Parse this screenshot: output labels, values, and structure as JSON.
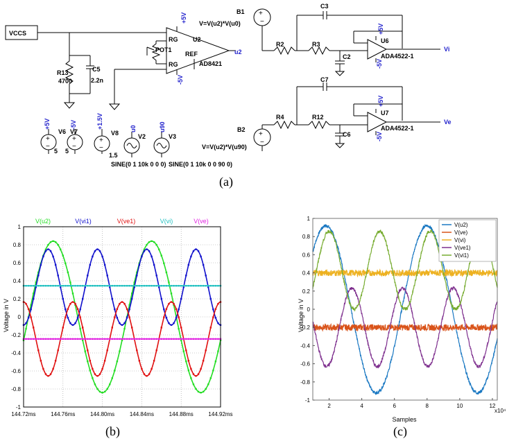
{
  "captions": {
    "a": "(a)",
    "b": "(b)",
    "c": "(c)"
  },
  "schematic": {
    "vccs": "VCCS",
    "u2": {
      "ref": "U2",
      "part": "AD8421",
      "rg1": "RG",
      "rg2": "RG",
      "ref_pin": "REF",
      "pot": "POT1",
      "plus5": "+5V",
      "minus5": "-5V",
      "out": "u2"
    },
    "r13": {
      "ref": "R13",
      "value": "4700"
    },
    "c5": {
      "ref": "C5",
      "value": "2.2n"
    },
    "sources": {
      "v6": {
        "ref": "V6",
        "value": "5",
        "label": "+5V"
      },
      "v7": {
        "ref": "V7",
        "value": "5",
        "label": "-5V"
      },
      "v8": {
        "ref": "V8",
        "value": "1.5",
        "label": "+1.5V"
      },
      "v2": {
        "ref": "V2",
        "label": "u0"
      },
      "v3": {
        "ref": "V3",
        "label": "u90"
      },
      "sine_v2": "SINE(0 1 10k 0 0 0)",
      "sine_v3": "SINE(0 1 10k 0 0 90 0)"
    },
    "b1": {
      "ref": "B1",
      "expr": "V=V(u2)*V(u0)"
    },
    "b2": {
      "ref": "B2",
      "expr": "V=V(u2)*V(u90)"
    },
    "top": {
      "r2": "R2",
      "r3": "R3",
      "c3": "C3",
      "c2": "C2",
      "u6": "U6",
      "part": "ADA4522-1",
      "out": "Vi",
      "plus5": "+5V",
      "minus5": "-5V"
    },
    "bottom": {
      "r4": "R4",
      "r12": "R12",
      "c7": "C7",
      "c6": "C6",
      "u7": "U7",
      "part": "ADA4522-1",
      "out": "Ve",
      "plus5": "+5V",
      "minus5": "-5V"
    }
  },
  "chart_data": [
    {
      "type": "line",
      "title": "",
      "ylabel": "Voltage in V",
      "xlabel": "",
      "x_ticks": [
        "144.72ms",
        "144.76ms",
        "144.80ms",
        "144.84ms",
        "144.88ms",
        "144.92ms"
      ],
      "x_range": [
        144.72,
        144.92
      ],
      "ylim": [
        -1,
        1
      ],
      "y_ticks": [
        "1",
        "0.8",
        "0.6",
        "0.4",
        "0.2",
        "0",
        "-0.2",
        "-0.4",
        "-0.6",
        "-0.8",
        "-1"
      ],
      "grid": true,
      "legend_placement": "top",
      "series": [
        {
          "name": "V(u2)",
          "color": "#22dd22",
          "kind": "sine",
          "amp": 0.84,
          "offset": 0.0,
          "period_ms": 0.1,
          "peak_ms": 144.75
        },
        {
          "name": "V(vi1)",
          "color": "#1010cc",
          "kind": "abssine_shift",
          "amp": 0.42,
          "offset": 0.33,
          "period_ms": 0.05,
          "peak_ms": 144.745
        },
        {
          "name": "V(ve1)",
          "color": "#e01010",
          "kind": "sine",
          "amp": 0.41,
          "offset": -0.245,
          "period_ms": 0.05,
          "peak_ms": 144.72
        },
        {
          "name": "V(vi)",
          "color": "#20c0c0",
          "kind": "const",
          "value": 0.345
        },
        {
          "name": "V(ve)",
          "color": "#e020e0",
          "kind": "const",
          "value": -0.245
        }
      ]
    },
    {
      "type": "line",
      "title": "",
      "ylabel": "Voltage in V",
      "xlabel": "Samples",
      "x_ticks": [
        "2",
        "4",
        "6",
        "8",
        "10",
        "12"
      ],
      "x_range": [
        1,
        12.3
      ],
      "x_exponent": "x10⁴",
      "ylim": [
        -1,
        1
      ],
      "y_ticks": [
        "1",
        "0.8",
        "0.6",
        "0.4",
        "0.2",
        "0",
        "-0.2",
        "-0.4",
        "-0.6",
        "-0.8",
        "-1"
      ],
      "grid": false,
      "legend_placement": "top-right",
      "series": [
        {
          "name": "V(u2)",
          "color": "#1a78c2",
          "kind": "sine",
          "amp": 0.92,
          "offset": 0.0,
          "period": 6.2,
          "peak": 1.8
        },
        {
          "name": "V(ve)",
          "color": "#d95319",
          "kind": "const",
          "value": -0.2
        },
        {
          "name": "V(vi)",
          "color": "#edb120",
          "kind": "const",
          "value": 0.4
        },
        {
          "name": "V(ve1)",
          "color": "#7e2f8e",
          "kind": "sine",
          "amp": 0.43,
          "offset": -0.2,
          "period": 3.1,
          "peak": 3.4
        },
        {
          "name": "V(vi1)",
          "color": "#77ac30",
          "kind": "sine",
          "amp": 0.43,
          "offset": 0.43,
          "period": 3.1,
          "peak": 2.0
        }
      ]
    }
  ]
}
